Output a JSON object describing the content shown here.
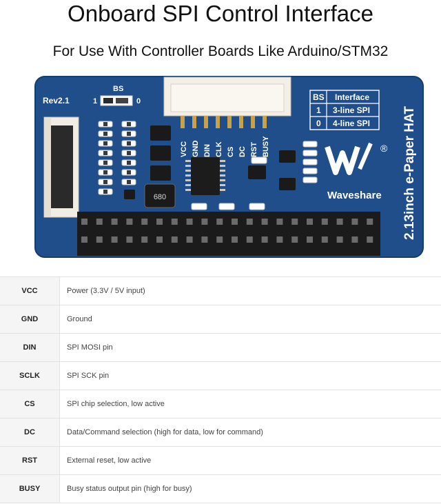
{
  "title": "Onboard SPI Control Interface",
  "subtitle": "For Use With Controller Boards Like Arduino/STM32",
  "board": {
    "revision": "Rev2.1",
    "bs_label": "BS",
    "bs_one": "1",
    "bs_zero": "0",
    "bs_table_header": [
      "BS",
      "Interface"
    ],
    "bs_table_rows": [
      [
        "1",
        "3-line SPI"
      ],
      [
        "0",
        "4-line SPI"
      ]
    ],
    "pin_labels": [
      "VCC",
      "GND",
      "DIN",
      "CLK",
      "CS",
      "DC",
      "RST",
      "BUSY"
    ],
    "brand": "Waveshare",
    "registered": "®",
    "product": "2.13inch e-Paper HAT",
    "inductor_text": "680",
    "colors": {
      "pcb": "#1f4e8a",
      "pcb_dark": "#163c6c",
      "header": "#1b1b1b"
    }
  },
  "pins": [
    {
      "name": "VCC",
      "description": "Power (3.3V / 5V input)"
    },
    {
      "name": "GND",
      "description": "Ground"
    },
    {
      "name": "DIN",
      "description": "SPI MOSI pin"
    },
    {
      "name": "SCLK",
      "description": "SPI SCK pin"
    },
    {
      "name": "CS",
      "description": "SPI chip selection, low active"
    },
    {
      "name": "DC",
      "description": "Data/Command selection (high for data, low for command)"
    },
    {
      "name": "RST",
      "description": "External reset, low active"
    },
    {
      "name": "BUSY",
      "description": "Busy status output pin (high for busy)"
    }
  ]
}
